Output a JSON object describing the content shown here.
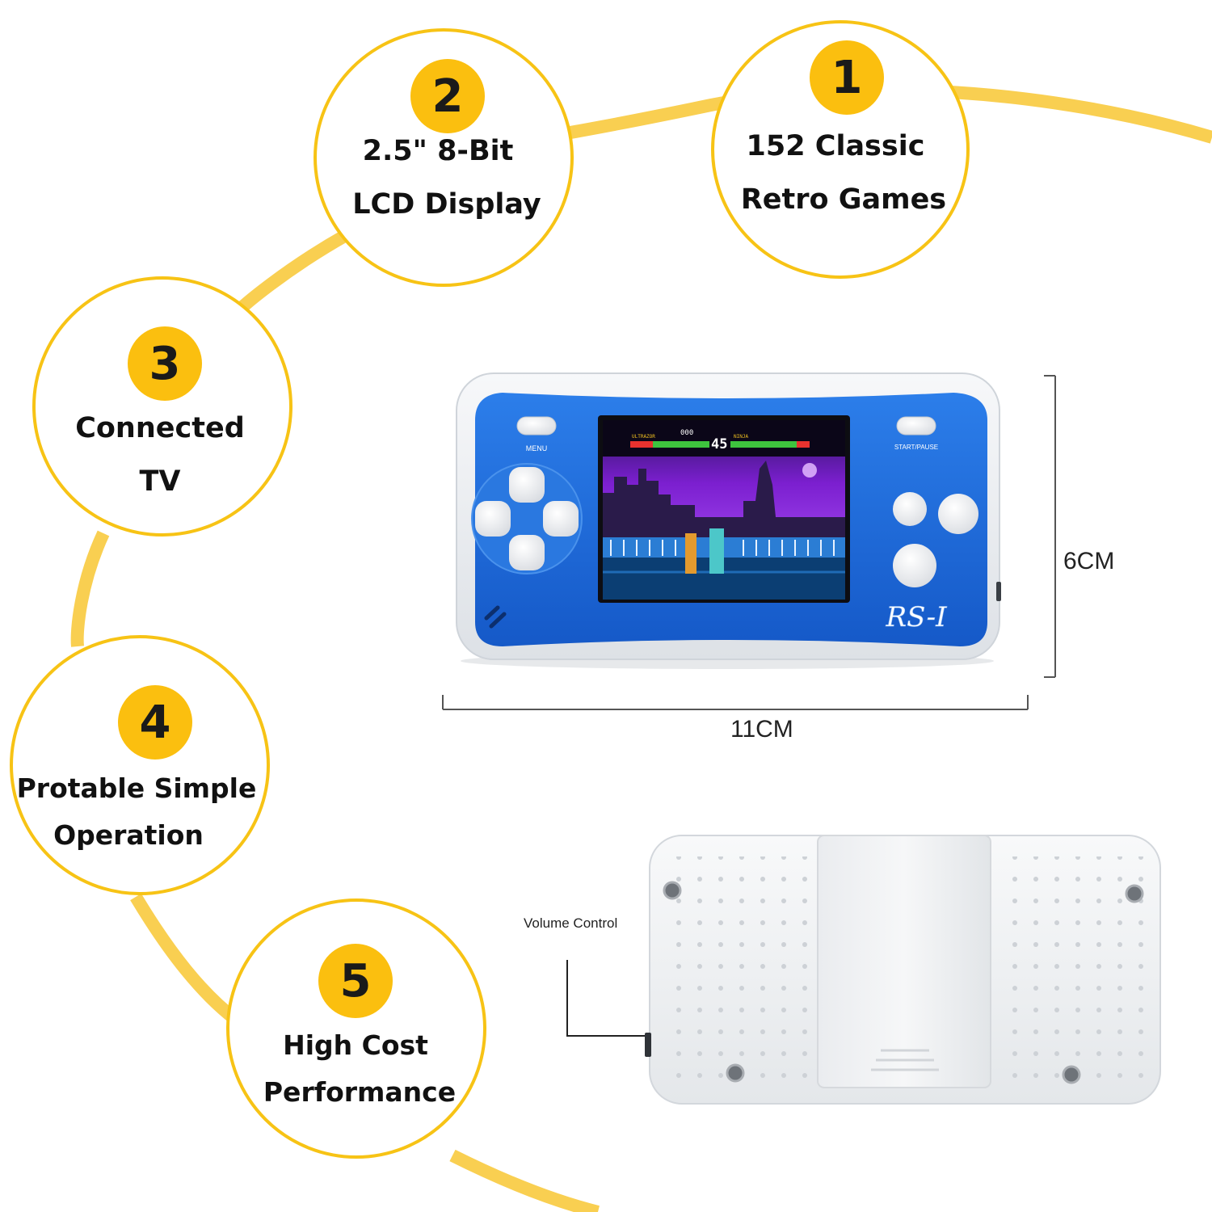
{
  "features": [
    {
      "id": "f1",
      "number": "1",
      "lines": [
        "152 Classic",
        "Retro Games"
      ]
    },
    {
      "id": "f2",
      "number": "2",
      "lines": [
        "2.5\" 8-Bit",
        "LCD Display"
      ]
    },
    {
      "id": "f3",
      "number": "3",
      "lines": [
        "Connected",
        "TV"
      ]
    },
    {
      "id": "f4",
      "number": "4",
      "lines": [
        "Protable Simple",
        "Operation"
      ]
    },
    {
      "id": "f5",
      "number": "5",
      "lines": [
        "High Cost",
        "Performance"
      ]
    }
  ],
  "device": {
    "model_logo": "RS-I",
    "button_left_label": "MENU",
    "button_right_label": "START/PAUSE",
    "screen": {
      "hud_score": "000",
      "hud_timer": "45",
      "hud_p1": "ULTRAZOR",
      "hud_p2": "NINJA"
    }
  },
  "dimensions": {
    "height_label": "6CM",
    "width_label": "11CM"
  },
  "back_view": {
    "volume_label": "Volume Control"
  },
  "colors": {
    "accent": "#F7C315",
    "badge": "#FBBF0F",
    "device_blue": "#1E6FE0",
    "device_white": "#F2F4F6"
  }
}
